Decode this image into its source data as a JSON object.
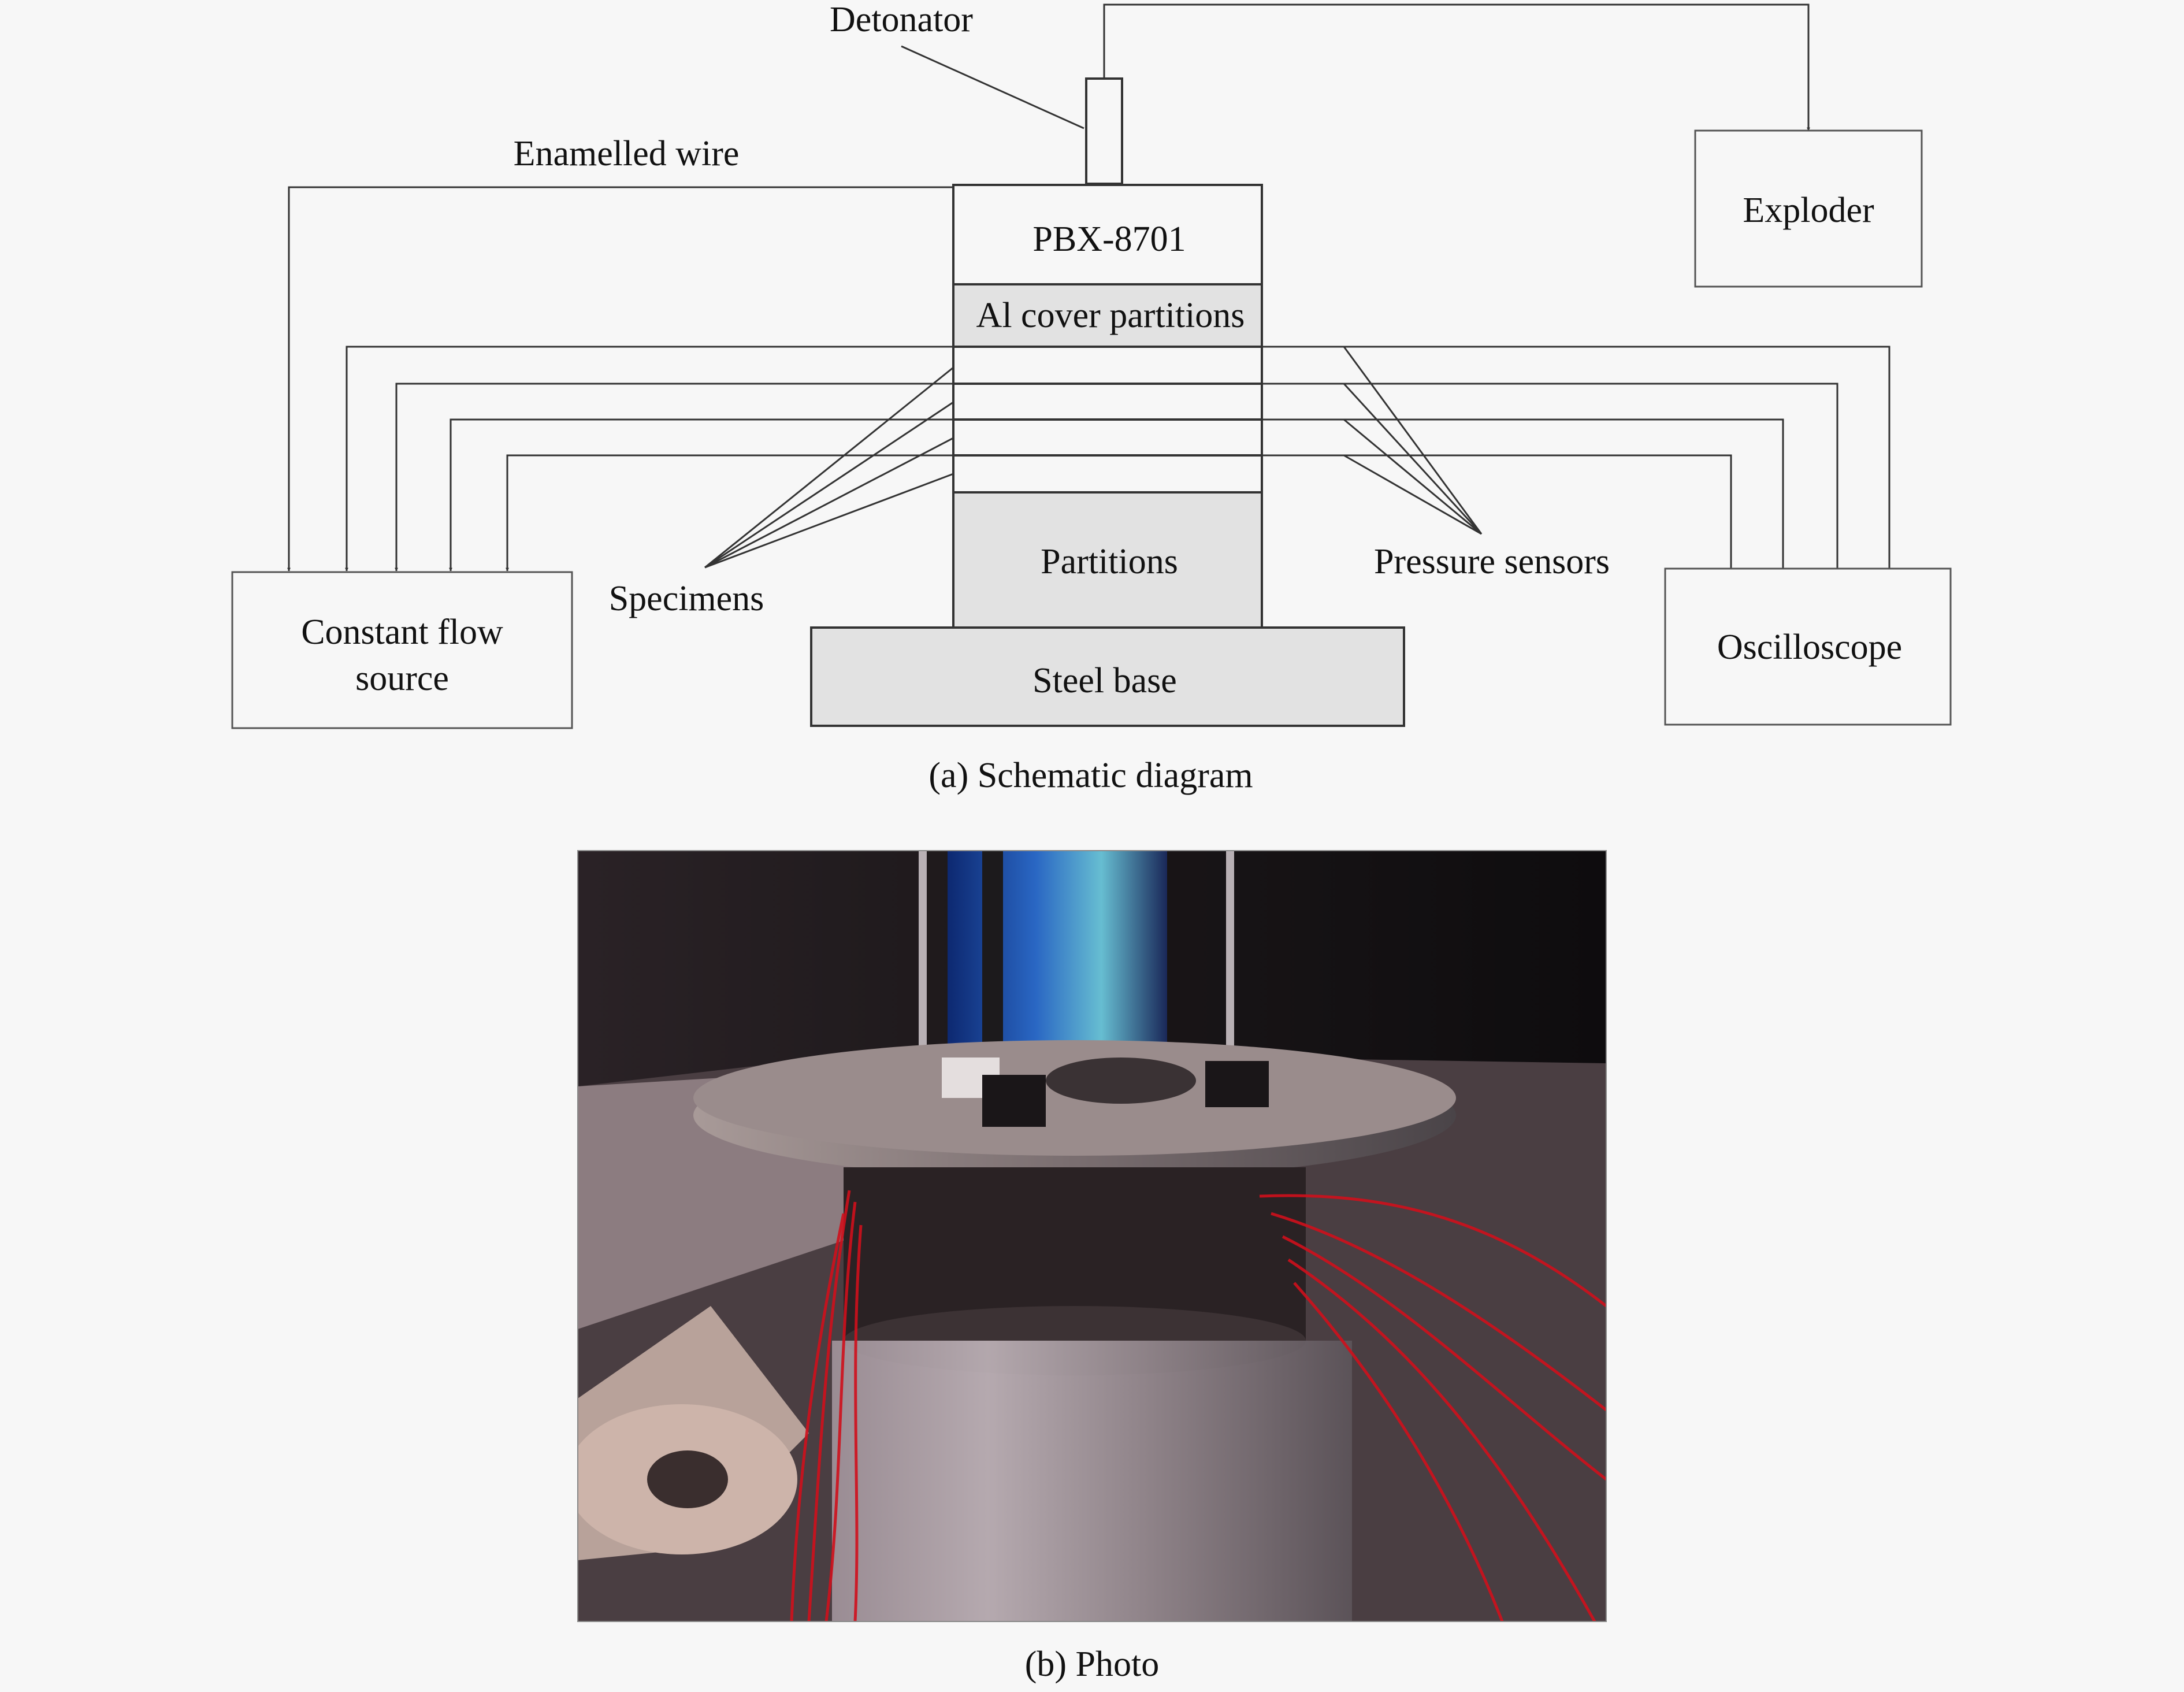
{
  "labels": {
    "detonator": "Detonator",
    "enamelled_wire": "Enamelled wire",
    "exploder": "Exploder",
    "pbx": "PBX-8701",
    "al_cover": "Al cover partitions",
    "partitions": "Partitions",
    "steel_base": "Steel base",
    "specimens": "Specimens",
    "pressure_sensors": "Pressure sensors",
    "constant_flow_line1": "Constant flow",
    "constant_flow_line2": "source",
    "oscilloscope": "Oscilloscope"
  },
  "captions": {
    "schematic": "(a) Schematic diagram",
    "photo": "(b) Photo"
  },
  "colors": {
    "line": "#333333",
    "box_border": "#555555",
    "box_fill": "#f7f7f7",
    "gray_fill": "#e2e2e2",
    "photo_wire": "#d0101c"
  }
}
